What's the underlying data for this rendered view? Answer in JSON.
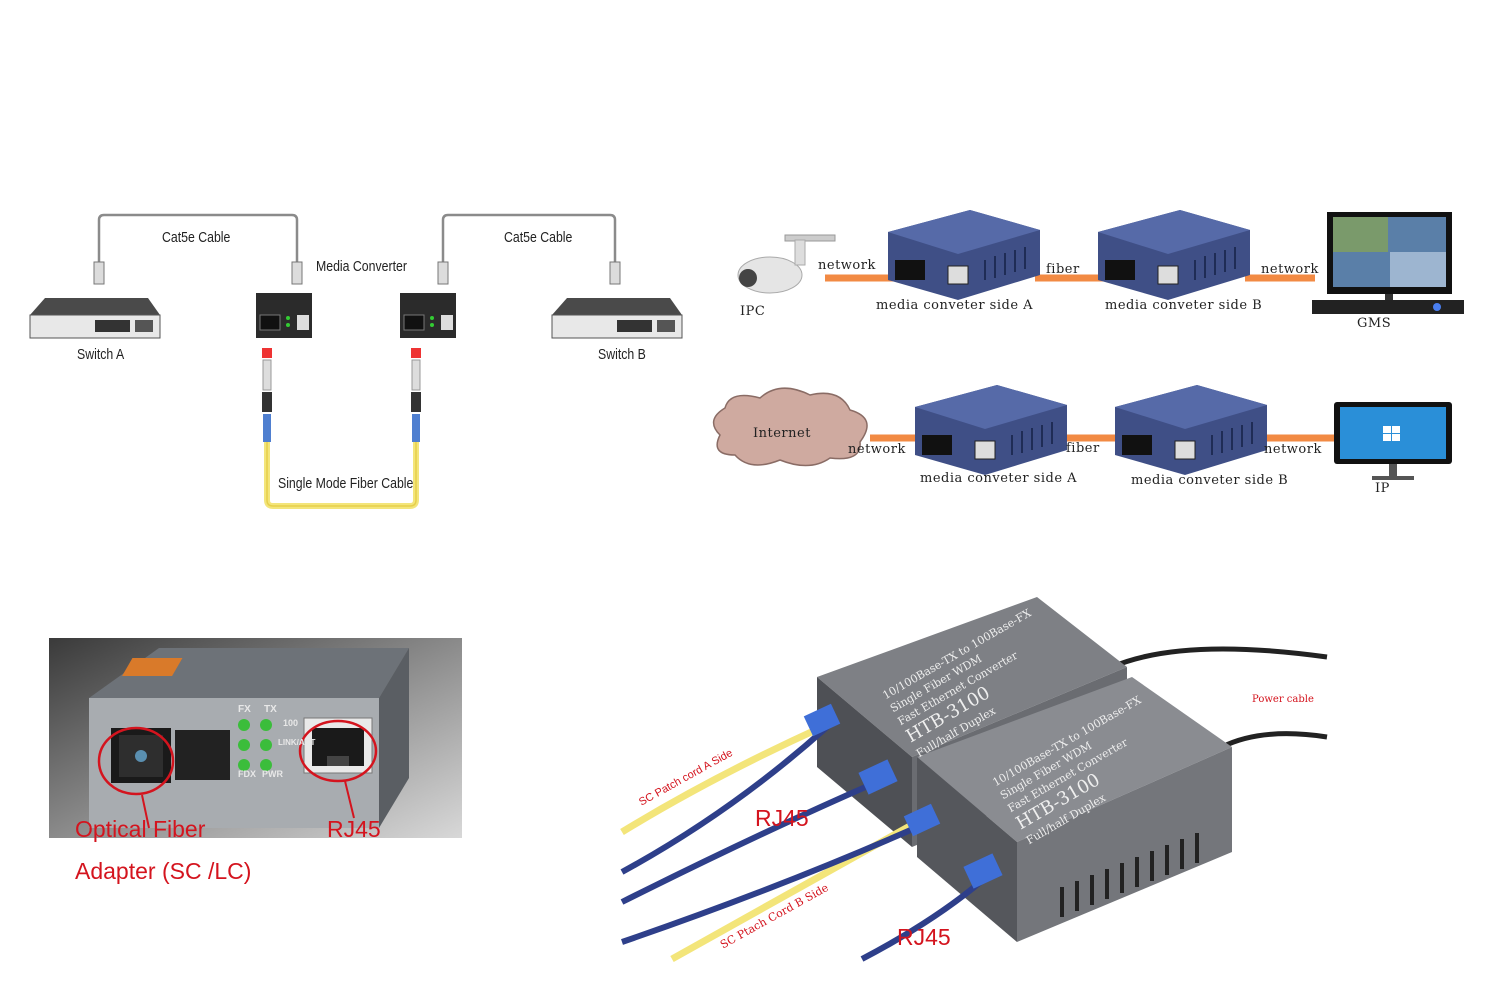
{
  "top_left_diagram": {
    "cat5e_left": "Cat5e Cable",
    "cat5e_right": "Cat5e Cable",
    "media_converter": "Media Converter",
    "switch_a": "Switch A",
    "switch_b": "Switch B",
    "fiber_cable": "Single Mode Fiber Cable"
  },
  "top_right_diagram": {
    "row1": {
      "ipc": "IPC",
      "network_left": "network",
      "fiber": "fiber",
      "network_right": "network",
      "side_a": "media conveter side A",
      "side_b": "media conveter side B",
      "gms": "GMS"
    },
    "row2": {
      "internet": "Internet",
      "network_left": "network",
      "fiber": "fiber",
      "network_right": "network",
      "side_a": "media conveter side A",
      "side_b": "media conveter side B",
      "ip": "IP"
    }
  },
  "bottom_left_photo": {
    "optical_fiber": "Optical Fiber",
    "adapter": "Adapter (SC /LC)",
    "rj45": "RJ45",
    "led_labels": [
      "FX",
      "TX",
      "100",
      "LINK/ACT",
      "FDX",
      "PWR"
    ]
  },
  "bottom_right_photo": {
    "sc_a": "SC Patch cord A Side",
    "sc_b": "SC Ptach Cord B Side",
    "rj45_top": "RJ45",
    "rj45_bottom": "RJ45",
    "power_cable": "Power cable",
    "device_model": "HTB-3100",
    "device_desc_1": "10/100Base-TX to 100Base-FX",
    "device_desc_2": "Single Fiber WDM",
    "device_desc_3": "Fast Ethernet Converter",
    "device_desc_4": "Full/half Duplex"
  },
  "colors": {
    "link_orange": "#f28a43",
    "converter_blue": "#3f4f86",
    "annotation_red": "#d4141e",
    "fiber_yellow": "#f3e57a"
  }
}
